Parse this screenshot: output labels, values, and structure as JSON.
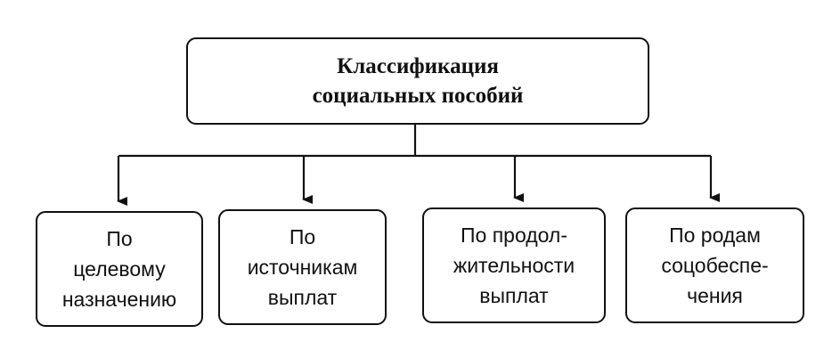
{
  "root": {
    "lines": [
      "Классификация",
      "социальных пособий"
    ]
  },
  "children": [
    {
      "lines": [
        "По",
        "целевому",
        "назначению"
      ]
    },
    {
      "lines": [
        "По",
        "источникам",
        "выплат"
      ]
    },
    {
      "lines": [
        "По продол-",
        "жительности",
        "выплат"
      ]
    },
    {
      "lines": [
        "По родам",
        "соцобеспе-",
        "чения"
      ]
    }
  ],
  "colors": {
    "stroke": "#111111",
    "background": "#ffffff"
  }
}
